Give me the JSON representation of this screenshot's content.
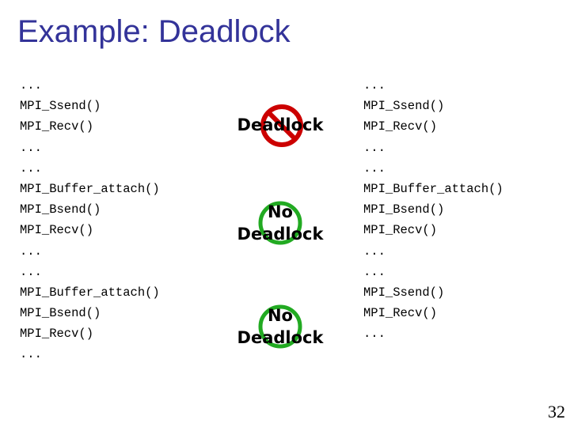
{
  "slide": {
    "title": "Example: Deadlock",
    "page_number": "32"
  },
  "left_code": [
    "...",
    "MPI_Ssend()",
    "MPI_Recv()",
    "...",
    "...",
    "MPI_Buffer_attach()",
    "MPI_Bsend()",
    "MPI_Recv()",
    "...",
    "...",
    "MPI_Buffer_attach()",
    "MPI_Bsend()",
    "MPI_Recv()",
    "..."
  ],
  "right_code": [
    "...",
    "MPI_Ssend()",
    "MPI_Recv()",
    "...",
    "...",
    "MPI_Buffer_attach()",
    "MPI_Bsend()",
    "MPI_Recv()",
    "...",
    "...",
    "MPI_Ssend()",
    "MPI_Recv()",
    "..."
  ],
  "outcomes": [
    {
      "text": "Deadlock",
      "icon": "prohibited-icon",
      "color": "#cc0000"
    },
    {
      "line1": "No",
      "line2": "Deadlock",
      "icon": "ok-circle-icon",
      "color": "#22aa22"
    },
    {
      "line1": "No",
      "line2": "Deadlock",
      "icon": "ok-circle-icon",
      "color": "#22aa22"
    }
  ]
}
